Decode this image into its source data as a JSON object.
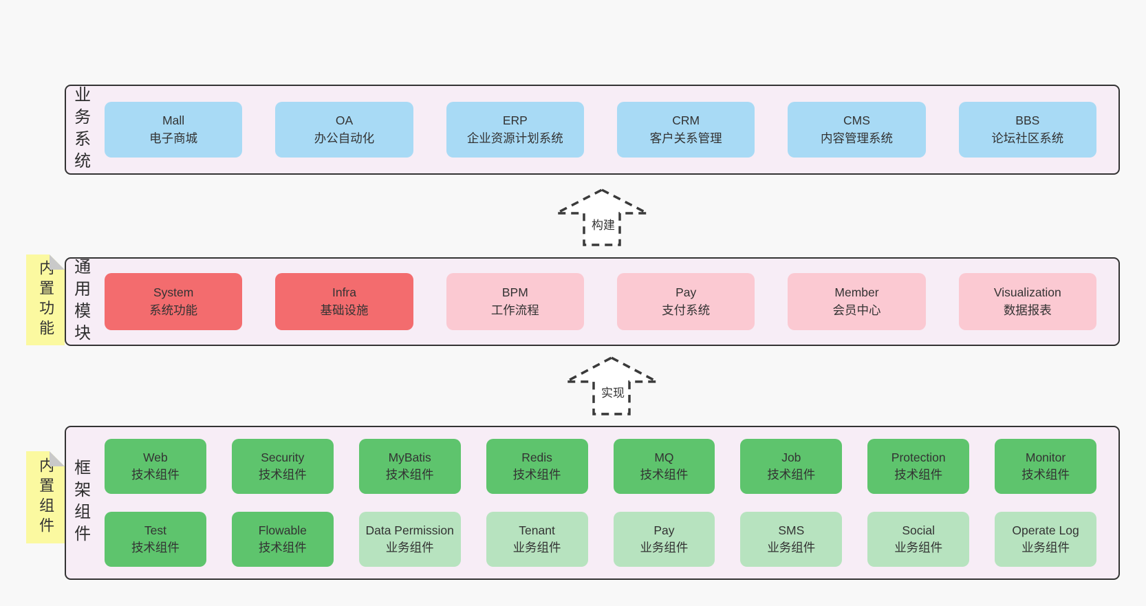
{
  "colors": {
    "page-bg": "#f8f8f8",
    "band-fill": "#f7edf6",
    "band-border": "#333333",
    "blue": "#a8daf5",
    "red": "#f36c6e",
    "pink": "#fbc9d2",
    "green": "#5ec46d",
    "light-green": "#b7e3bf",
    "sticky": "#fbf9a0",
    "sticky-fold": "#c9c9c9",
    "ink": "#333333"
  },
  "arrows": [
    {
      "label": "构建"
    },
    {
      "label": "实现"
    }
  ],
  "bands": [
    {
      "label": "业务系统",
      "boxes": [
        {
          "en": "Mall",
          "zh": "电子商城",
          "type": "blue"
        },
        {
          "en": "OA",
          "zh": "办公自动化",
          "type": "blue"
        },
        {
          "en": "ERP",
          "zh": "企业资源计划系统",
          "type": "blue"
        },
        {
          "en": "CRM",
          "zh": "客户关系管理",
          "type": "blue"
        },
        {
          "en": "CMS",
          "zh": "内容管理系统",
          "type": "blue"
        },
        {
          "en": "BBS",
          "zh": "论坛社区系统",
          "type": "blue"
        }
      ]
    },
    {
      "label": "通用模块",
      "sticky": "内置功能",
      "boxes": [
        {
          "en": "System",
          "zh": "系统功能",
          "type": "red"
        },
        {
          "en": "Infra",
          "zh": "基础设施",
          "type": "red"
        },
        {
          "en": "BPM",
          "zh": "工作流程",
          "type": "pink"
        },
        {
          "en": "Pay",
          "zh": "支付系统",
          "type": "pink"
        },
        {
          "en": "Member",
          "zh": "会员中心",
          "type": "pink"
        },
        {
          "en": "Visualization",
          "zh": "数据报表",
          "type": "pink"
        }
      ]
    },
    {
      "label": "框架组件",
      "sticky": "内置组件",
      "boxes": [
        {
          "en": "Web",
          "zh": "技术组件",
          "type": "green"
        },
        {
          "en": "Security",
          "zh": "技术组件",
          "type": "green"
        },
        {
          "en": "MyBatis",
          "zh": "技术组件",
          "type": "green"
        },
        {
          "en": "Redis",
          "zh": "技术组件",
          "type": "green"
        },
        {
          "en": "MQ",
          "zh": "技术组件",
          "type": "green"
        },
        {
          "en": "Job",
          "zh": "技术组件",
          "type": "green"
        },
        {
          "en": "Protection",
          "zh": "技术组件",
          "type": "green"
        },
        {
          "en": "Monitor",
          "zh": "技术组件",
          "type": "green"
        },
        {
          "en": "Test",
          "zh": "技术组件",
          "type": "green"
        },
        {
          "en": "Flowable",
          "zh": "技术组件",
          "type": "green"
        },
        {
          "en": "Data Permission",
          "zh": "业务组件",
          "type": "light-green"
        },
        {
          "en": "Tenant",
          "zh": "业务组件",
          "type": "light-green"
        },
        {
          "en": "Pay",
          "zh": "业务组件",
          "type": "light-green"
        },
        {
          "en": "SMS",
          "zh": "业务组件",
          "type": "light-green"
        },
        {
          "en": "Social",
          "zh": "业务组件",
          "type": "light-green"
        },
        {
          "en": "Operate Log",
          "zh": "业务组件",
          "type": "light-green"
        }
      ]
    }
  ]
}
